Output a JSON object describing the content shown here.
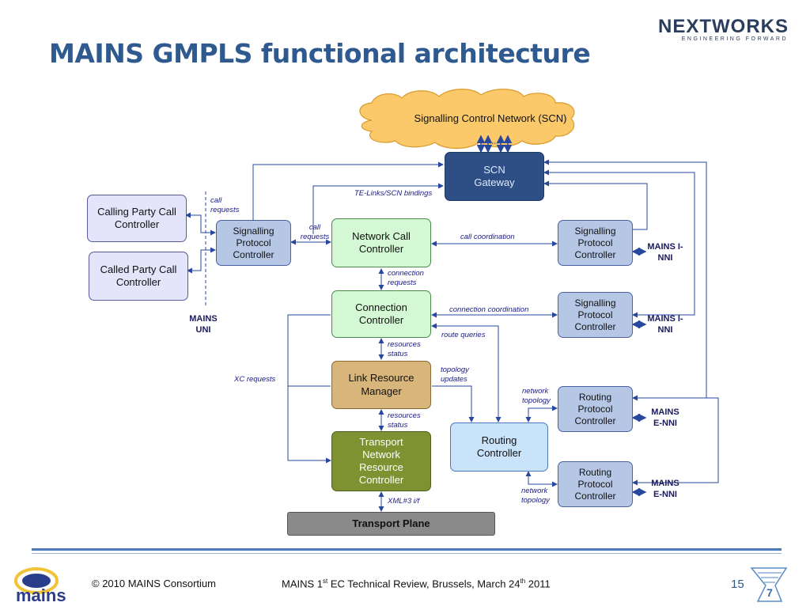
{
  "title": "MAINS GMPLS functional architecture",
  "logo": {
    "main_left": "NE",
    "main_x": "X",
    "main_right": "TWORKS",
    "tagline": "ENGINEERING FORWARD"
  },
  "boxes": {
    "scn": "Signalling Control Network (SCN)",
    "scn_gateway": "SCN Gateway",
    "calling_party": "Calling Party Call Controller",
    "called_party": "Called Party Call Controller",
    "spc_left": "Signalling Protocol Controller",
    "ncc": "Network Call Controller",
    "cc": "Connection Controller",
    "lrm": "Link Resource Manager",
    "tnrc": "Transport Network Resource Controller",
    "routing_controller": "Routing Controller",
    "transport_plane": "Transport Plane",
    "spc_right_1": "Signalling Protocol Controller",
    "spc_right_2": "Signalling Protocol Controller",
    "rpc_1": "Routing Protocol Controller",
    "rpc_2": "Routing Protocol Controller"
  },
  "labels": {
    "call_requests_1": "call requests",
    "call_requests_2": "call requests",
    "te_links": "TE-Links/SCN bindings",
    "call_coordination": "call coordination",
    "connection_requests": "connection requests",
    "connection_coordination": "connection coordination",
    "route_queries": "route queries",
    "resources_status_1": "resources status",
    "topology_updates": "topology updates",
    "xc_requests": "XC requests",
    "network_topology_1": "network topology",
    "resources_status_2": "resources status",
    "network_topology_2": "network topology",
    "xml_if": "XML#3 i/f"
  },
  "mains_labels": {
    "uni": "MAINS UNI",
    "inni_1": "MAINS I-NNI",
    "inni_2": "MAINS I-NNI",
    "enni_1": "MAINS E-NNI",
    "enni_2": "MAINS E-NNI"
  },
  "footer": {
    "copyright": "© 2010 MAINS Consortium",
    "review_pre": "MAINS 1",
    "review_sup1": "st",
    "review_mid": " EC Technical Review, Brussels, March 24",
    "review_sup2": "th",
    "review_post": " 2011",
    "page": "15"
  },
  "mains_logo_text": "mains",
  "colors": {
    "title": "#2e5a8f",
    "scn_cloud": "#fbc86a",
    "scn_gateway": "#2e4f86",
    "party": "#e4e4fb",
    "spc": "#b6c7e6",
    "ncc_cc": "#d3f8d3",
    "lrm": "#d8b57a",
    "tnrc": "#7e9231",
    "routing": "#c9e3fb",
    "transport_plane": "#8a8a8a",
    "arrow": "#2848a0"
  }
}
